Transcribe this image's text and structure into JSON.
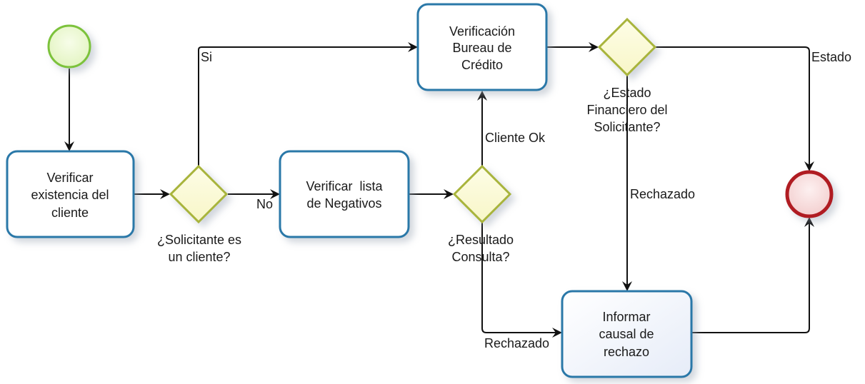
{
  "diagram": {
    "type": "BPMN process",
    "colors": {
      "task_border": "#2a78a8",
      "task_fill": "#ffffff",
      "task_fill_alt": "#eef2fb",
      "gateway_border": "#a8b43a",
      "gateway_fill": "#fbfbd8",
      "start_border": "#7cc23a",
      "start_fill": "#eef9d6",
      "end_border": "#b01c22",
      "end_fill": "#f8dede",
      "flow": "#111111"
    },
    "events": {
      "start": {
        "label": ""
      },
      "end": {
        "label": ""
      }
    },
    "tasks": [
      {
        "id": "t1",
        "lines": [
          "Verificar",
          "existencia del",
          "cliente"
        ]
      },
      {
        "id": "t2",
        "lines": [
          "Verificar  lista",
          "de Negativos"
        ]
      },
      {
        "id": "t3",
        "lines": [
          "Verificación",
          "Bureau de",
          "Crédito"
        ]
      },
      {
        "id": "t4",
        "lines": [
          "Informar",
          "causal de",
          "rechazo"
        ]
      }
    ],
    "gateways": [
      {
        "id": "g1",
        "lines": [
          "¿Solicitante es",
          "un cliente?"
        ]
      },
      {
        "id": "g2",
        "lines": [
          "¿Resultado",
          "Consulta?"
        ]
      },
      {
        "id": "g3",
        "lines": [
          "¿Estado",
          "Financiero del",
          "Solicitante?"
        ]
      }
    ],
    "flow_labels": {
      "si": "Si",
      "no": "No",
      "cliente_ok": "Cliente Ok",
      "rechazado_g2": "Rechazado",
      "rechazado_g3": "Rechazado",
      "estado": "Estado"
    }
  }
}
